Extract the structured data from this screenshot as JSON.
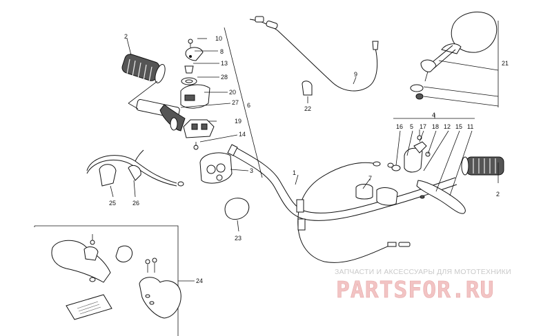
{
  "callouts": {
    "c1": "1",
    "c2a": "2",
    "c2b": "2",
    "c3": "3",
    "c4": "4",
    "c5": "5",
    "c6": "6",
    "c7": "7",
    "c8": "8",
    "c9": "9",
    "c10": "10",
    "c11": "11",
    "c12": "12",
    "c13": "13",
    "c14": "14",
    "c15": "15",
    "c16": "16",
    "c17": "17",
    "c18": "18",
    "c19": "19",
    "c20": "20",
    "c21": "21",
    "c22": "22",
    "c23": "23",
    "c24": "24",
    "c25": "25",
    "c26": "26",
    "c27": "27",
    "c28": "28"
  },
  "watermark": {
    "tagline": "ЗАПЧАСТИ И АКСЕССУАРЫ ДЛЯ МОТОТЕХНИКИ",
    "logo": "PARTSFOR.RU"
  },
  "colors": {
    "ink": "#111111",
    "watermark_text": "#c9c9c9",
    "logo": "#f2c4c4"
  }
}
